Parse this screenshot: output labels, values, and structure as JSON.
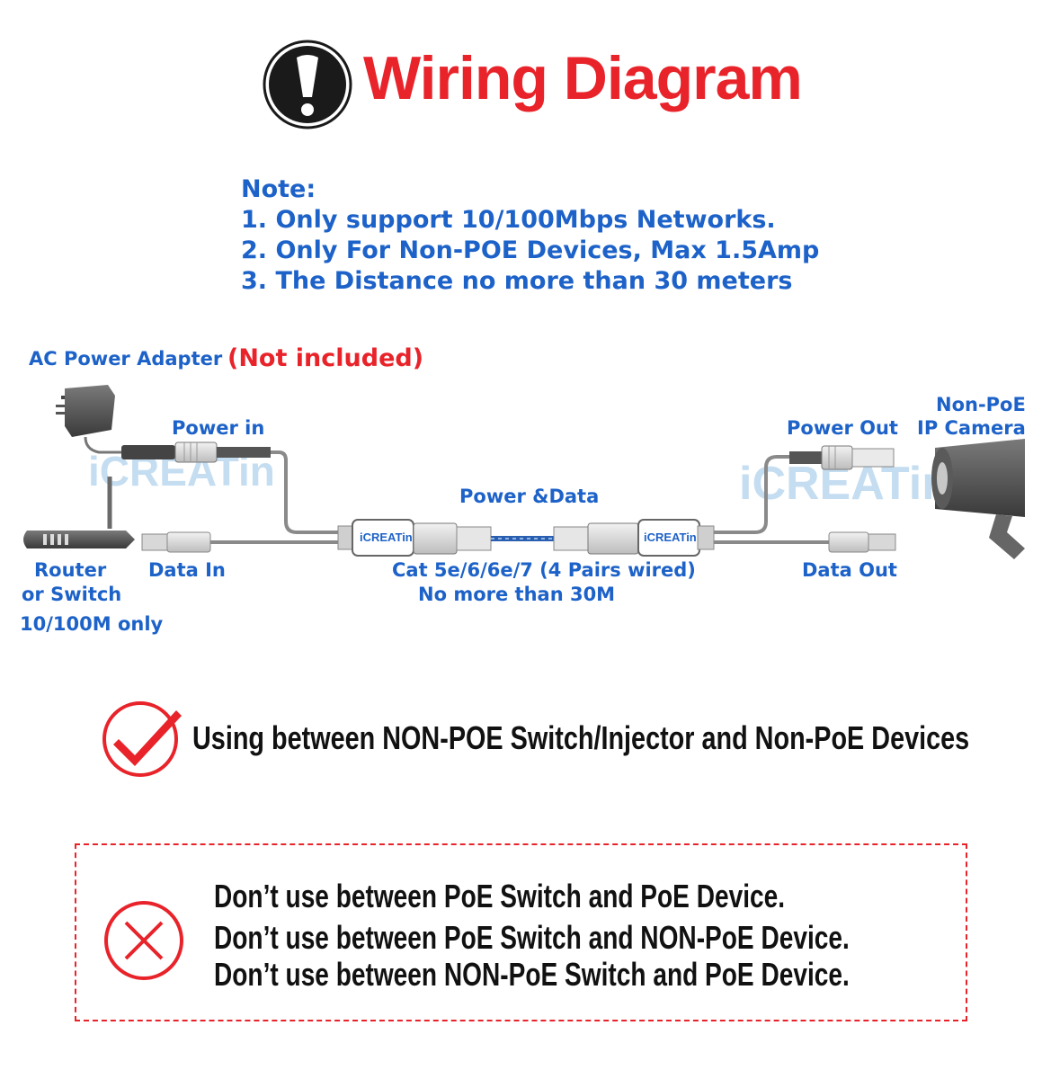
{
  "title": "Wiring Diagram",
  "notes": {
    "heading": "Note:",
    "items": [
      "1. Only support 10/100Mbps Networks.",
      "2. Only For Non-POE Devices,  Max 1.5Amp",
      "3. The Distance no more than 30 meters"
    ]
  },
  "diagram": {
    "ac_adapter_label": "AC Power Adapter",
    "not_included": "(Not included)",
    "power_in": "Power in",
    "power_data": "Power &Data",
    "power_out": "Power Out",
    "camera_label_line1": "Non-PoE",
    "camera_label_line2": "IP Camera",
    "router_line1": "Router",
    "router_line2": "or Switch",
    "router_line3": "10/100M only",
    "data_in": "Data In",
    "cable_line1": "Cat 5e/6/6e/7 (4 Pairs wired)",
    "cable_line2": "No more than 30M",
    "data_out": "Data Out",
    "brand": "iCREATin"
  },
  "correct_usage": "Using between NON-POE Switch/Injector and Non-PoE Devices",
  "wrong_usage": [
    "Don’t use between PoE Switch and PoE Device.",
    "Don’t use between PoE Switch and NON-PoE Device.",
    "Don’t use between NON-PoE Switch and PoE Device."
  ],
  "colors": {
    "title_red": "#e8232a",
    "label_blue": "#1d62c8",
    "cable_gray": "#8a8a8a",
    "cable_blue": "#2a5fb0"
  },
  "icons": {
    "title_icon": "exclamation-icon",
    "correct_icon": "checkmark-icon",
    "wrong_icon": "cross-icon"
  }
}
